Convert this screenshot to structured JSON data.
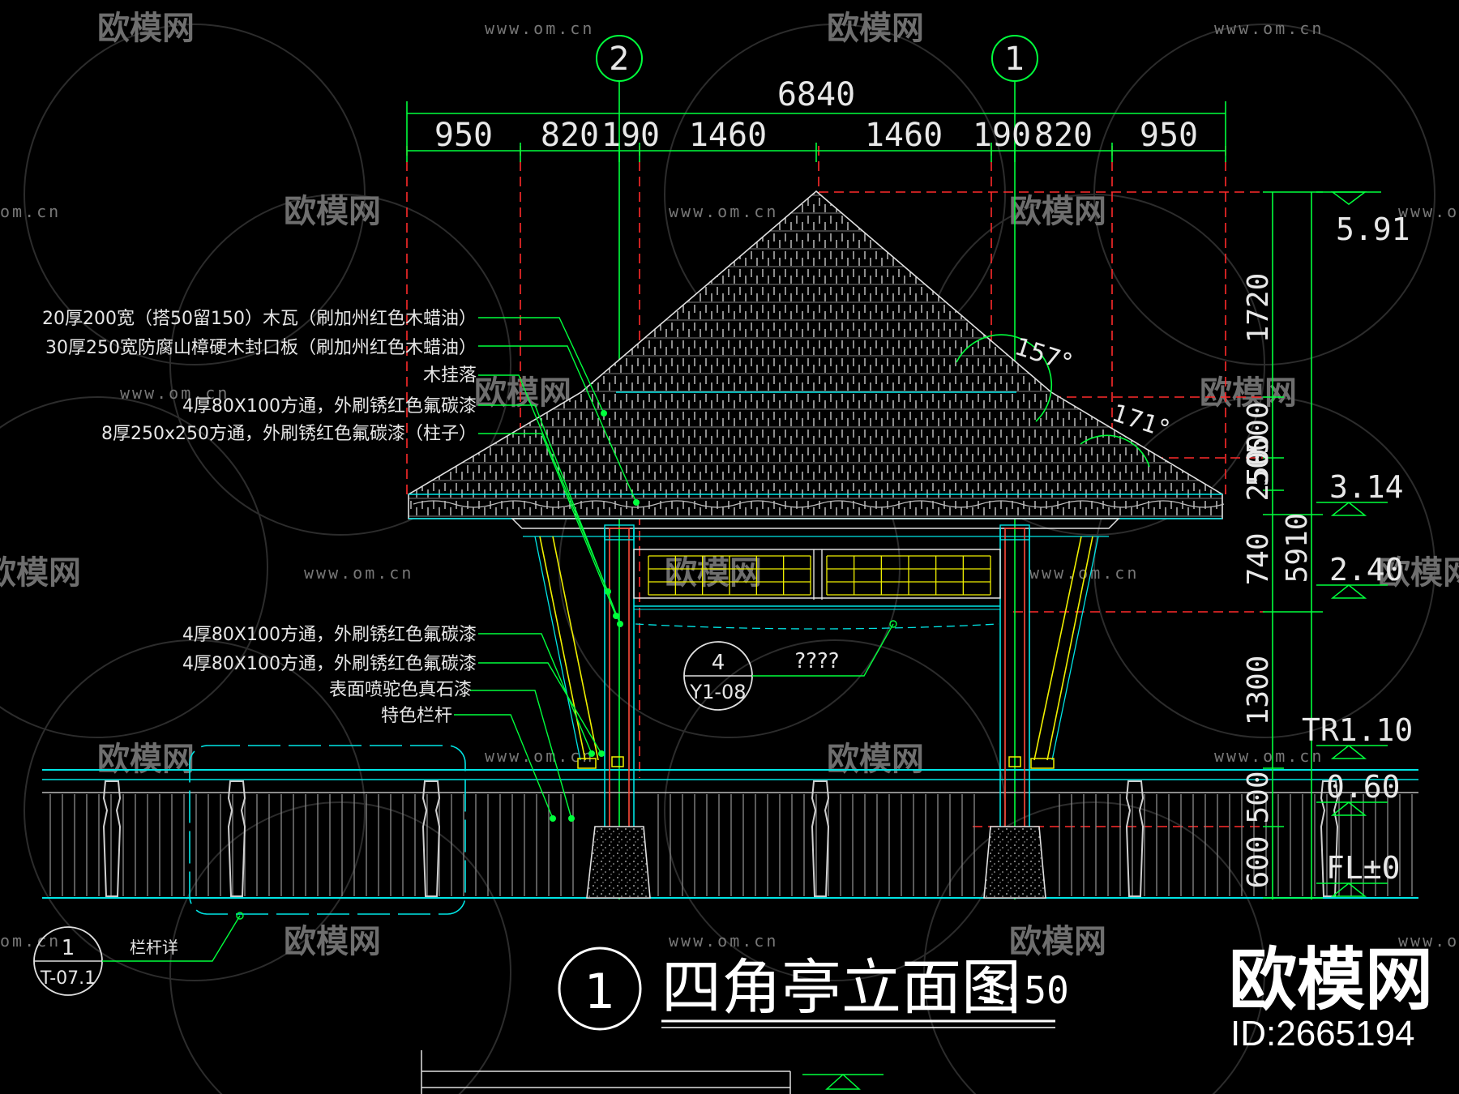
{
  "grid_axes": [
    "2",
    "1"
  ],
  "dims_top": {
    "total": "6840",
    "segments": [
      "950",
      "820",
      "190",
      "1460",
      "1460",
      "190",
      "820",
      "950"
    ]
  },
  "dims_right": [
    "1720",
    "500",
    "250",
    "500",
    "740",
    "5910",
    "1300",
    "500",
    "600"
  ],
  "angles": [
    "157°",
    "171°"
  ],
  "levels": [
    "5.91",
    "3.14",
    "2.40",
    "TR1.10",
    "0.60",
    "FL±0"
  ],
  "annotations_upper": [
    "20厚200宽（搭50留150）木瓦（刷加州红色木蜡油）",
    "30厚250宽防腐山樟硬木封口板（刷加州红色木蜡油）",
    "木挂落",
    "4厚80X100方通，外刷锈红色氟碳漆",
    "8厚250x250方通，外刷锈红色氟碳漆（柱子）"
  ],
  "annotations_lower": [
    "4厚80X100方通，外刷锈红色氟碳漆",
    "4厚80X100方通，外刷锈红色氟碳漆",
    "表面喷驼色真石漆",
    "特色栏杆"
  ],
  "detail_ref_1": {
    "top": "4",
    "bottom": "Y1-08",
    "note": "????"
  },
  "detail_ref_2": {
    "top": "1",
    "bottom": "T-07.1",
    "note": "栏杆详"
  },
  "title": {
    "number": "1",
    "text": "四角亭立面图",
    "scale": "1:50"
  },
  "watermark": {
    "brand": "欧模网",
    "url": "www.om.cn",
    "url_short": "om.cn"
  },
  "logo": {
    "name": "欧模网",
    "id": "ID:2665194"
  },
  "colors": {
    "cyan": "#00e5e5",
    "green": "#00ff3c",
    "red": "#ff2a2a",
    "yellow": "#f0f000",
    "white": "#e8e8e8"
  }
}
